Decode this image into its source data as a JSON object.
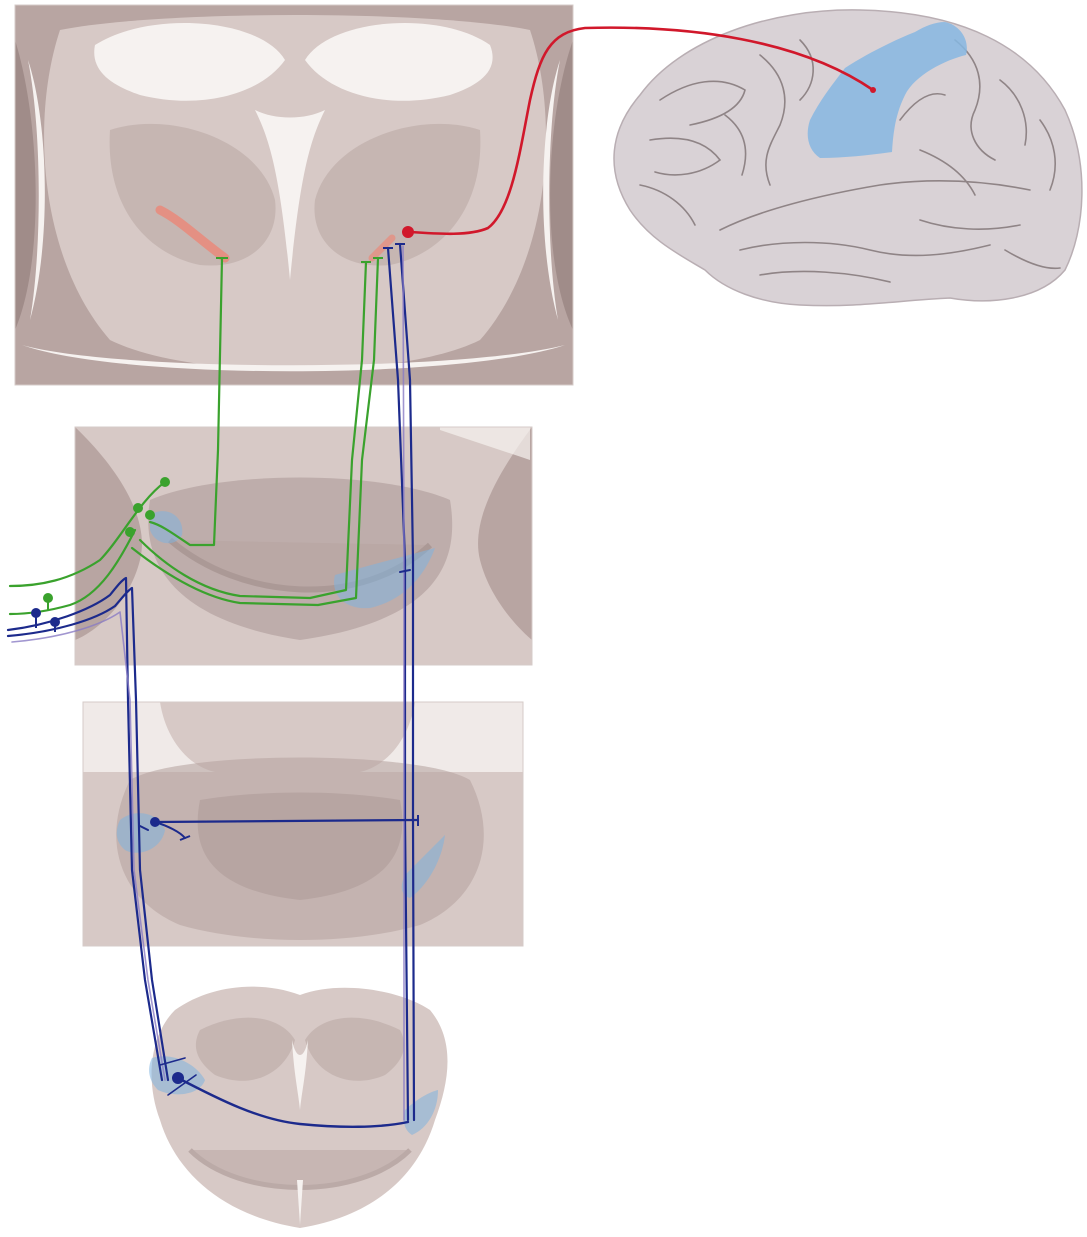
{
  "figure": {
    "panels": [
      {
        "id": "midbrain-section"
      },
      {
        "id": "upper-pons-section"
      },
      {
        "id": "lower-pons-section"
      },
      {
        "id": "medulla-section"
      },
      {
        "id": "lateral-cortex"
      }
    ],
    "highlights": [
      "cortical-area",
      "nucleus-region"
    ],
    "colors": {
      "cortical_projection": "#d1182b",
      "green_pathway": "#3aa22d",
      "blue_pathway": "#1c2a8c",
      "highlight_region": "#7fb2de",
      "red_nucleus_tint": "#e98a7a",
      "tissue": "#b8a5a2",
      "background": "#ffffff"
    },
    "labels": []
  }
}
